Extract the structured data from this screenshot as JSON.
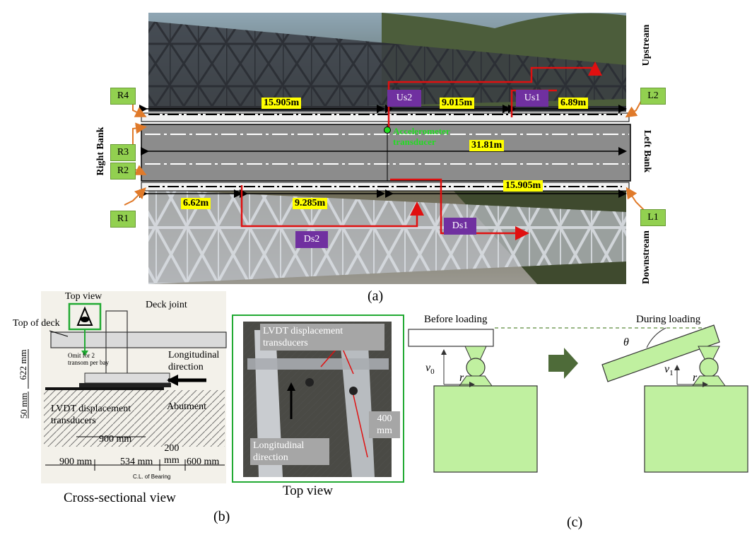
{
  "panel_a": {
    "caption": "(a)",
    "banks": {
      "right": "Right Bank",
      "left": "Left Bank"
    },
    "streams": {
      "up": "Upstream",
      "down": "Downstream"
    },
    "bearings": [
      "R4",
      "R3",
      "R2",
      "R1",
      "L2",
      "L1"
    ],
    "sensors": [
      "Us2",
      "Us1",
      "Ds2",
      "Ds1"
    ],
    "dims": {
      "top_left": "15.905m",
      "top_mid": "9.015m",
      "top_right": "6.89m",
      "span": "31.81m",
      "bot_left": "6.62m",
      "bot_mid": "9.285m",
      "bot_right": "15.905m"
    },
    "accelerometer": [
      "Accelerometer",
      "transducer"
    ]
  },
  "panel_b": {
    "caption": "(b)",
    "top_view_label": "Top view",
    "deck_joint": "Deck joint",
    "top_of_deck": "Top of deck",
    "omit_note": "Omit for 2 transom per bay",
    "dim_622": "622 mm",
    "dim_50": "50 mm",
    "longitudinal": [
      "Longitudinal",
      "direction"
    ],
    "abutment": "Abutment",
    "lvdt": [
      "LVDT displacement",
      "transducers"
    ],
    "dim_900_top": "900 mm",
    "dim_200": [
      "200",
      "mm"
    ],
    "bottom_dims": [
      "900 mm",
      "534 mm",
      "600 mm"
    ],
    "bearing_cl": "C.L. of Bearing",
    "cross_caption": "Cross-sectional view",
    "photo_lvdt": [
      "LVDT displacement",
      "transducers"
    ],
    "photo_long": [
      "Longitudinal",
      "direction"
    ],
    "photo_400": [
      "400",
      "mm"
    ],
    "top_caption": "Top view"
  },
  "panel_c": {
    "caption": "(c)",
    "before": "Before loading",
    "during": "During loading",
    "theta": "θ",
    "v0": "v",
    "v0_sub": "0",
    "v1": "v",
    "v1_sub": "1",
    "r": "r"
  }
}
